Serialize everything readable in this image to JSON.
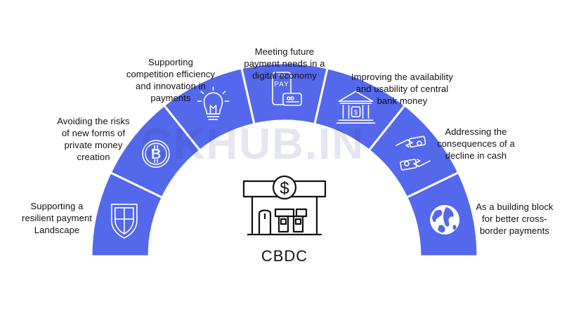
{
  "center_label": "CBDC",
  "watermark": "CKHUB.IN",
  "colors": {
    "segment_fill": "#5468ec",
    "segment_gap": "#ffffff",
    "icon_stroke": "#ffffff",
    "building_stroke": "#111111"
  },
  "segments": [
    {
      "icon": "shield-icon",
      "label_lines": [
        "Supporting a",
        "resilient payment",
        "Landscape"
      ]
    },
    {
      "icon": "bitcoin-coin-icon",
      "label_lines": [
        "Avoiding the risks",
        "of new forms of",
        "private money",
        "creation"
      ]
    },
    {
      "icon": "lightbulb-icon",
      "label_lines": [
        "Supporting",
        "competition efficiency",
        "and innovation in",
        "payments"
      ]
    },
    {
      "icon": "mobile-pay-icon",
      "label_lines": [
        "Meeting future",
        "payment needs in a",
        "digital economy"
      ],
      "icon_text": "PAY"
    },
    {
      "icon": "bank-building-icon",
      "label_lines": [
        "Improving the availability",
        "and usability of central",
        "bank money"
      ]
    },
    {
      "icon": "cash-exchange-icon",
      "label_lines": [
        "Addressing the",
        "consequences of a",
        "decline in cash"
      ]
    },
    {
      "icon": "globe-icon",
      "label_lines": [
        "As a building block",
        "for better cross-",
        "border payments"
      ]
    }
  ],
  "center_icon": {
    "name": "bank-storefront-icon",
    "symbol": "$"
  }
}
